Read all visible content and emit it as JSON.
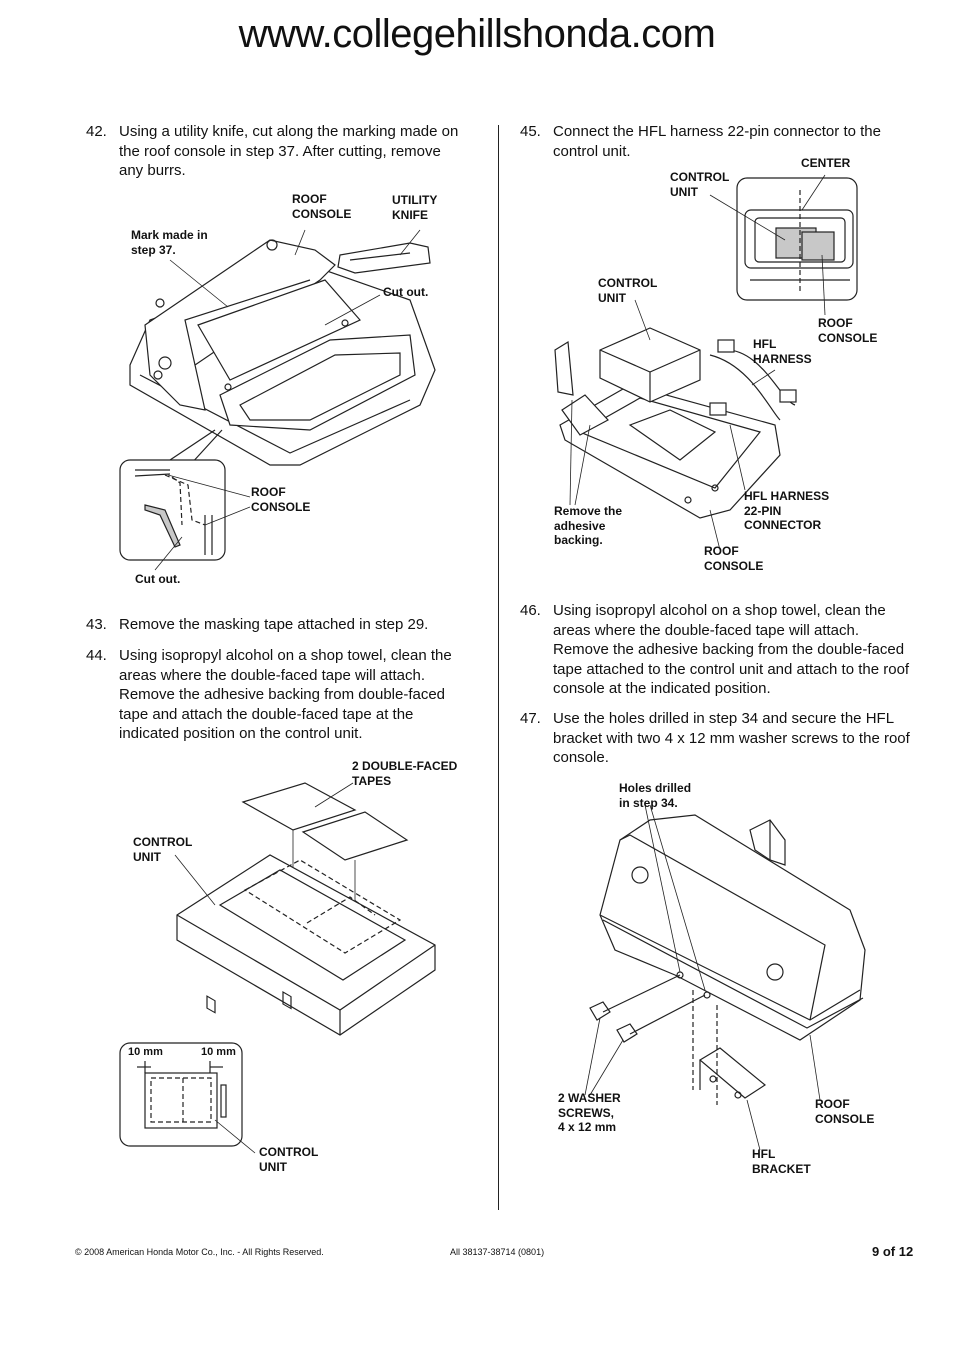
{
  "header": {
    "website": "www.collegehillshonda.com"
  },
  "steps": [
    {
      "num": "42.",
      "text": "Using a utility knife, cut along the marking made on the roof console in step 37. After cutting, remove any burrs."
    },
    {
      "num": "43.",
      "text": "Remove the masking tape attached in step 29."
    },
    {
      "num": "44.",
      "text": "Using isopropyl alcohol on a shop towel, clean the areas where the double-faced tape will attach. Remove the adhesive backing from double-faced tape and attach the double-faced tape at the indicated position on the control unit."
    },
    {
      "num": "45.",
      "text": "Connect the HFL harness 22-pin connector to the control unit."
    },
    {
      "num": "46.",
      "text": "Using isopropyl alcohol on a shop towel, clean the areas where the double-faced tape will attach. Remove the adhesive backing from the double-faced tape attached to the control unit and attach to the roof console at the indicated position."
    },
    {
      "num": "47.",
      "text": "Use the holes drilled in step 34 and secure the HFL bracket with two 4 x 12 mm washer screws to the roof console."
    }
  ],
  "fig42": {
    "roof_console": "ROOF\nCONSOLE",
    "utility_knife": "UTILITY\nKNIFE",
    "mark_made": "Mark made in\nstep 37.",
    "cut_out_top": "Cut out.",
    "roof_console_2": "ROOF\nCONSOLE",
    "cut_out_bottom": "Cut out."
  },
  "fig44": {
    "tapes": "2 DOUBLE-FACED\nTAPES",
    "control_unit": "CONTROL\nUNIT",
    "dim_left": "10 mm",
    "dim_right": "10 mm",
    "control_unit_2": "CONTROL\nUNIT"
  },
  "fig45": {
    "control_unit_top": "CONTROL\nUNIT",
    "center": "CENTER",
    "control_unit": "CONTROL\nUNIT",
    "roof_console_top": "ROOF\nCONSOLE",
    "hfl_harness": "HFL\nHARNESS",
    "remove_backing": "Remove the\nadhesive\nbacking.",
    "connector": "HFL HARNESS\n22-PIN\nCONNECTOR",
    "roof_console": "ROOF\nCONSOLE"
  },
  "fig47": {
    "holes": "Holes drilled\nin step 34.",
    "screws": "2 WASHER\nSCREWS,\n4 x 12 mm",
    "roof_console": "ROOF\nCONSOLE",
    "bracket": "HFL\nBRACKET"
  },
  "footer": {
    "copyright": "© 2008 American Honda Motor Co., Inc. - All Rights Reserved.",
    "doc_id": "All 38137-38714 (0801)",
    "page": "9 of 12"
  }
}
